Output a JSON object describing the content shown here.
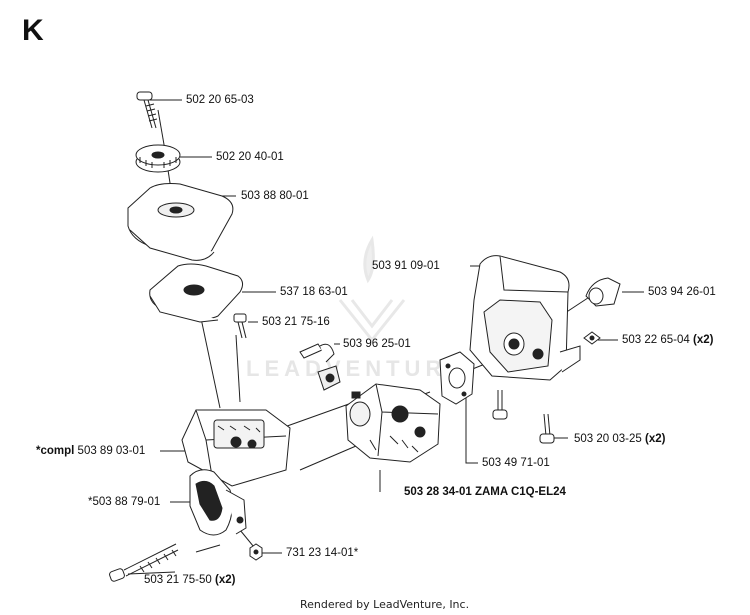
{
  "section_letter": "K",
  "watermark": "LEADVENTURE",
  "footer": "Rendered by LeadVenture, Inc.",
  "parts": [
    {
      "number": "502 20 65-03"
    },
    {
      "number": "502 20 40-01"
    },
    {
      "number": "503 88 80-01"
    },
    {
      "number": "537 18 63-01"
    },
    {
      "number": "503 21 75-16"
    },
    {
      "number": "503 96 25-01"
    },
    {
      "number": "503 91 09-01"
    },
    {
      "number": "503 94 26-01"
    },
    {
      "number": "503 22 65-04",
      "qty": "(x2)"
    },
    {
      "prefix": "*compl",
      "number": "503 89 03-01"
    },
    {
      "number": "*503 88 79-01"
    },
    {
      "number": "731 23 14-01*"
    },
    {
      "number": "503 21 75-50",
      "qty": "(x2)"
    },
    {
      "number": "503 20 03-25",
      "qty": "(x2)"
    },
    {
      "number": "503 49 71-01"
    },
    {
      "number": "503 28 34-01 ZAMA C1Q-EL24"
    }
  ]
}
